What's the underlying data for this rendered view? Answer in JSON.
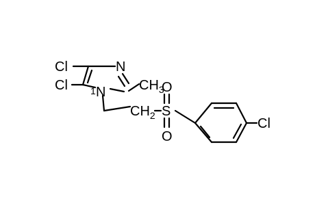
{
  "molecule": {
    "atoms": {
      "cl_upper": "Cl",
      "cl_lower": "Cl",
      "n_imine": "N",
      "n_ring": "N",
      "n_ring_locant": "1",
      "ch3": "CH",
      "ch3_sub": "3",
      "ch2": "CH",
      "ch2_sub": "2",
      "s": "S",
      "o_upper": "O",
      "o_lower": "O",
      "cl_aryl": "Cl"
    }
  }
}
